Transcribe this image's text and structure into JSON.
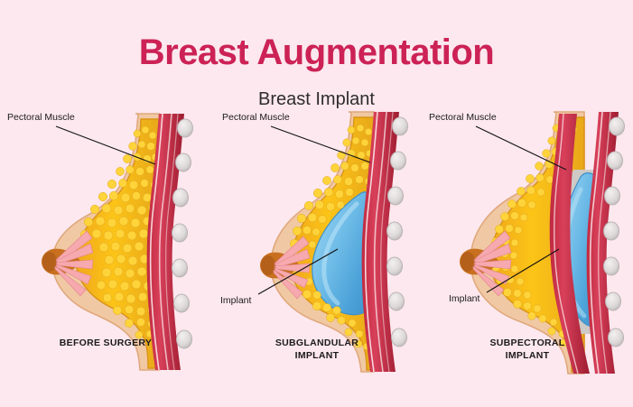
{
  "page": {
    "title": "Breast Augmentation",
    "subtitle": "Breast Implant",
    "background_color": "#fce8ee",
    "title_color": "#cc2256",
    "subtitle_color": "#2f2c2e"
  },
  "palette": {
    "skin": "#f0c9a4",
    "skin_edge": "#e3a878",
    "fat": "#fcc417",
    "fat_lobule": "#ffd43b",
    "fat_base": "#d99a1c",
    "gland_duct": "#f6a9ae",
    "areola": "#c8701f",
    "muscle_dark": "#b01f35",
    "muscle_light": "#d8405a",
    "rib": "#dcd8d8",
    "rib_ring": "#bfb9ba",
    "implant_light": "#8ecdee",
    "implant_mid": "#57a9dd",
    "implant_dark": "#3f93cc",
    "fascia": "#cfcac6",
    "leader_line": "#111111"
  },
  "panels": [
    {
      "id": "before-surgery",
      "caption": "BEFORE SURGERY",
      "annotations": [
        {
          "id": "pectoral-muscle",
          "label": "Pectoral Muscle"
        }
      ],
      "has_implant": false
    },
    {
      "id": "subglandular-implant",
      "caption": "SUBGLANDULAR IMPLANT",
      "caption_line_1": "SUBGLANDULAR",
      "caption_line_2": "IMPLANT",
      "annotations": [
        {
          "id": "pectoral-muscle",
          "label": "Pectoral Muscle"
        },
        {
          "id": "implant",
          "label": "Implant"
        }
      ],
      "has_implant": true,
      "implant_position": "in front of pectoral muscle, behind gland"
    },
    {
      "id": "subpectoral-implant",
      "caption": "SUBPECTORAL IMPLANT",
      "caption_line_1": "SUBPECTORAL",
      "caption_line_2": "IMPLANT",
      "annotations": [
        {
          "id": "pectoral-muscle",
          "label": "Pectoral Muscle"
        },
        {
          "id": "implant",
          "label": "Implant"
        }
      ],
      "has_implant": true,
      "implant_position": "behind pectoral muscle"
    }
  ],
  "anatomy": {
    "rib_count": 7,
    "layers": [
      "skin",
      "fat",
      "glandular tissue",
      "pectoral muscle",
      "ribs"
    ]
  }
}
